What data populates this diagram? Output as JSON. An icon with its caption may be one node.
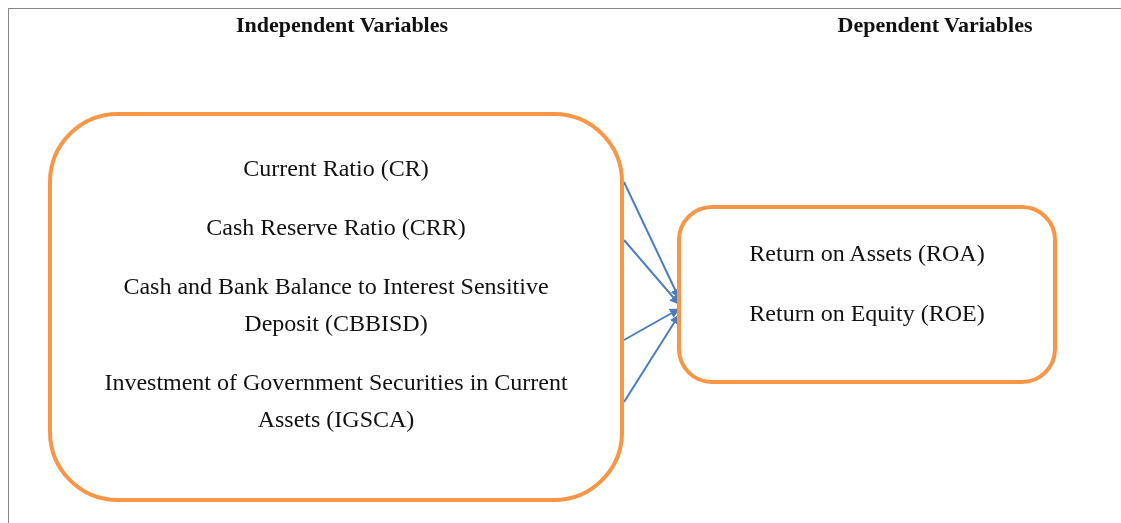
{
  "diagram": {
    "nodes": [
      {
        "text": [
          "Current Ratio (CR)",
          "Cash Reserve Ratio (CRR)",
          "Cash and Bank Balance to Interest Sensitive Deposit (CBBISD)",
          "Investment of Government Securities in Current Assets (IGSCA)"
        ]
      },
      {
        "text": [
          "Return on Assets (ROA)",
          "Return on Equity (ROE)"
        ]
      }
    ],
    "edges": [
      {
        "from": 0,
        "to": 1,
        "arrow": "to"
      },
      {
        "from": 0,
        "to": 1,
        "arrow": "to"
      },
      {
        "from": 0,
        "to": 1,
        "arrow": "to"
      },
      {
        "from": 0,
        "to": 1,
        "arrow": "to"
      }
    ],
    "labels": [
      "Independent Variables",
      "Dependent Variables"
    ]
  }
}
